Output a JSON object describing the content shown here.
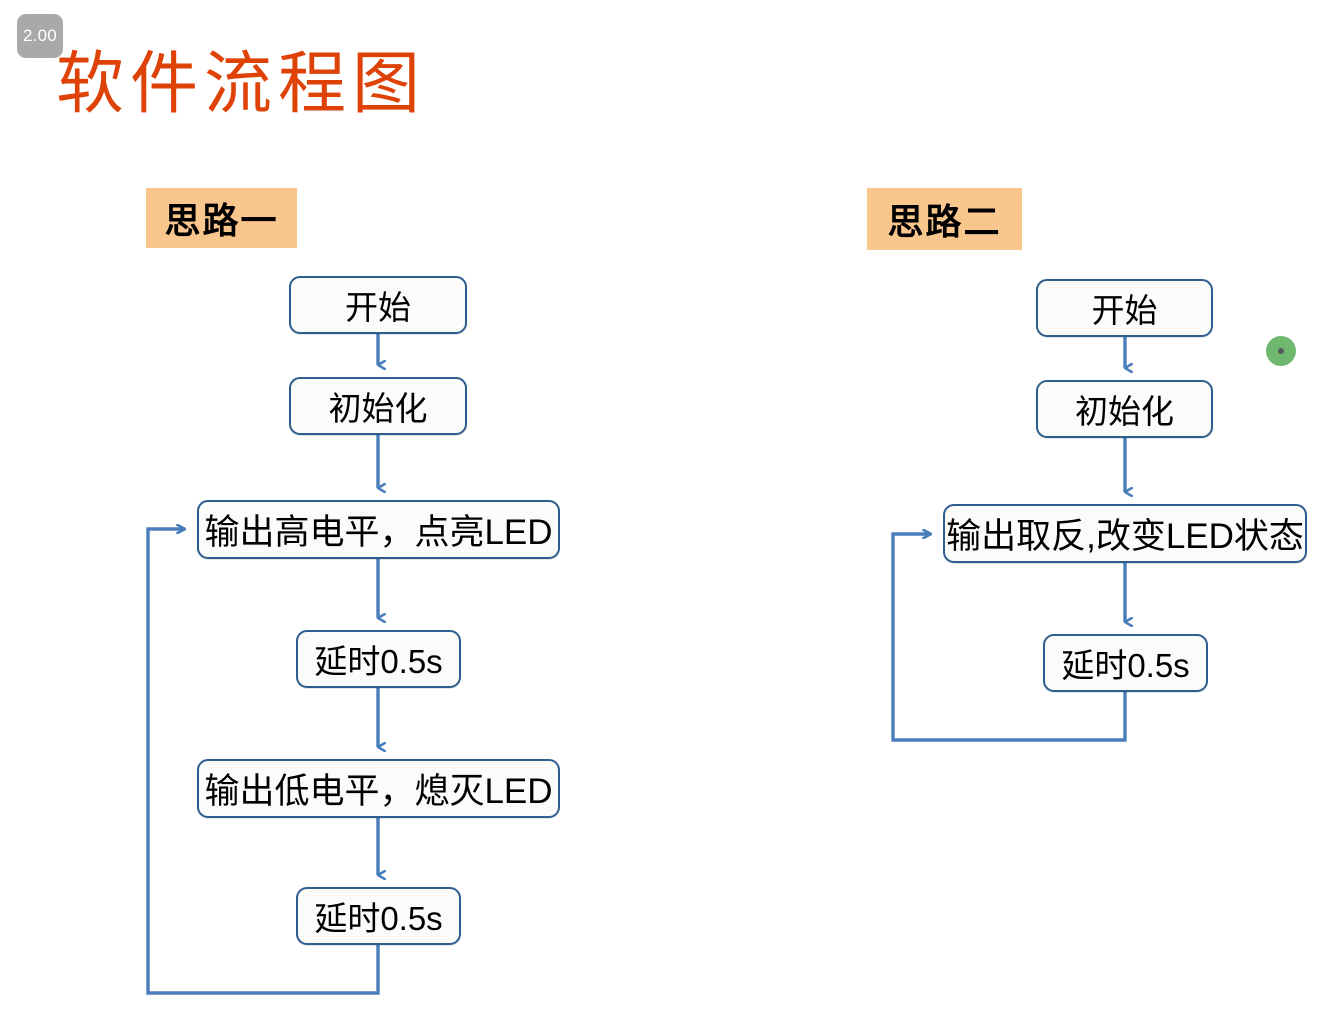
{
  "badge": {
    "label": "2.00"
  },
  "title": "软件流程图",
  "sections": [
    {
      "id": "left",
      "tag": "思路一"
    },
    {
      "id": "right",
      "tag": "思路二"
    }
  ],
  "colors": {
    "title": "#DF4206",
    "tag_background": "#F9C68E",
    "box_border": "#2E5E8E",
    "box_fill": "#FBFBF9",
    "connector": "#4A7EBB",
    "badge_background": "#A9A9A9",
    "cursor_marker": "#63B363"
  },
  "flowchart_left": {
    "nodes": [
      {
        "key": "start",
        "label": "开始"
      },
      {
        "key": "init",
        "label": "初始化"
      },
      {
        "key": "high",
        "label": "输出高电平，点亮LED"
      },
      {
        "key": "delay1",
        "label": "延时0.5s"
      },
      {
        "key": "low",
        "label": "输出低电平，熄灭LED"
      },
      {
        "key": "delay2",
        "label": "延时0.5s"
      }
    ],
    "edges": [
      {
        "from": "start",
        "to": "init",
        "type": "arrow-down"
      },
      {
        "from": "init",
        "to": "high",
        "type": "arrow-down"
      },
      {
        "from": "high",
        "to": "delay1",
        "type": "arrow-down"
      },
      {
        "from": "delay1",
        "to": "low",
        "type": "arrow-down"
      },
      {
        "from": "low",
        "to": "delay2",
        "type": "arrow-down"
      },
      {
        "from": "delay2",
        "to": "high",
        "type": "loop-back-left"
      }
    ]
  },
  "flowchart_right": {
    "nodes": [
      {
        "key": "start",
        "label": "开始"
      },
      {
        "key": "init",
        "label": "初始化"
      },
      {
        "key": "toggle",
        "label": "输出取反,改变LED状态"
      },
      {
        "key": "delay",
        "label": "延时0.5s"
      }
    ],
    "edges": [
      {
        "from": "start",
        "to": "init",
        "type": "arrow-down"
      },
      {
        "from": "init",
        "to": "toggle",
        "type": "arrow-down"
      },
      {
        "from": "toggle",
        "to": "delay",
        "type": "arrow-down"
      },
      {
        "from": "delay",
        "to": "toggle",
        "type": "loop-back-left"
      }
    ]
  }
}
